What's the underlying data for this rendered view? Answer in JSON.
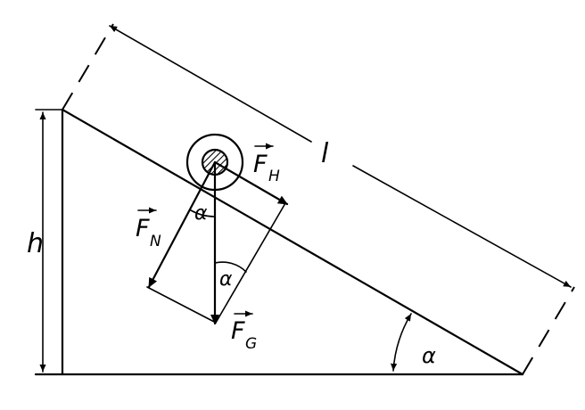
{
  "diagram": {
    "labels": {
      "height": "h",
      "length": "l",
      "angle_base": "α",
      "angle_normal": "α",
      "angle_gravity": "α",
      "force_parallel_main": "F",
      "force_parallel_sub": "H",
      "force_normal_main": "F",
      "force_normal_sub": "N",
      "force_gravity_main": "F",
      "force_gravity_sub": "G"
    },
    "colors": {
      "stroke": "#000000",
      "background": "#ffffff"
    }
  }
}
